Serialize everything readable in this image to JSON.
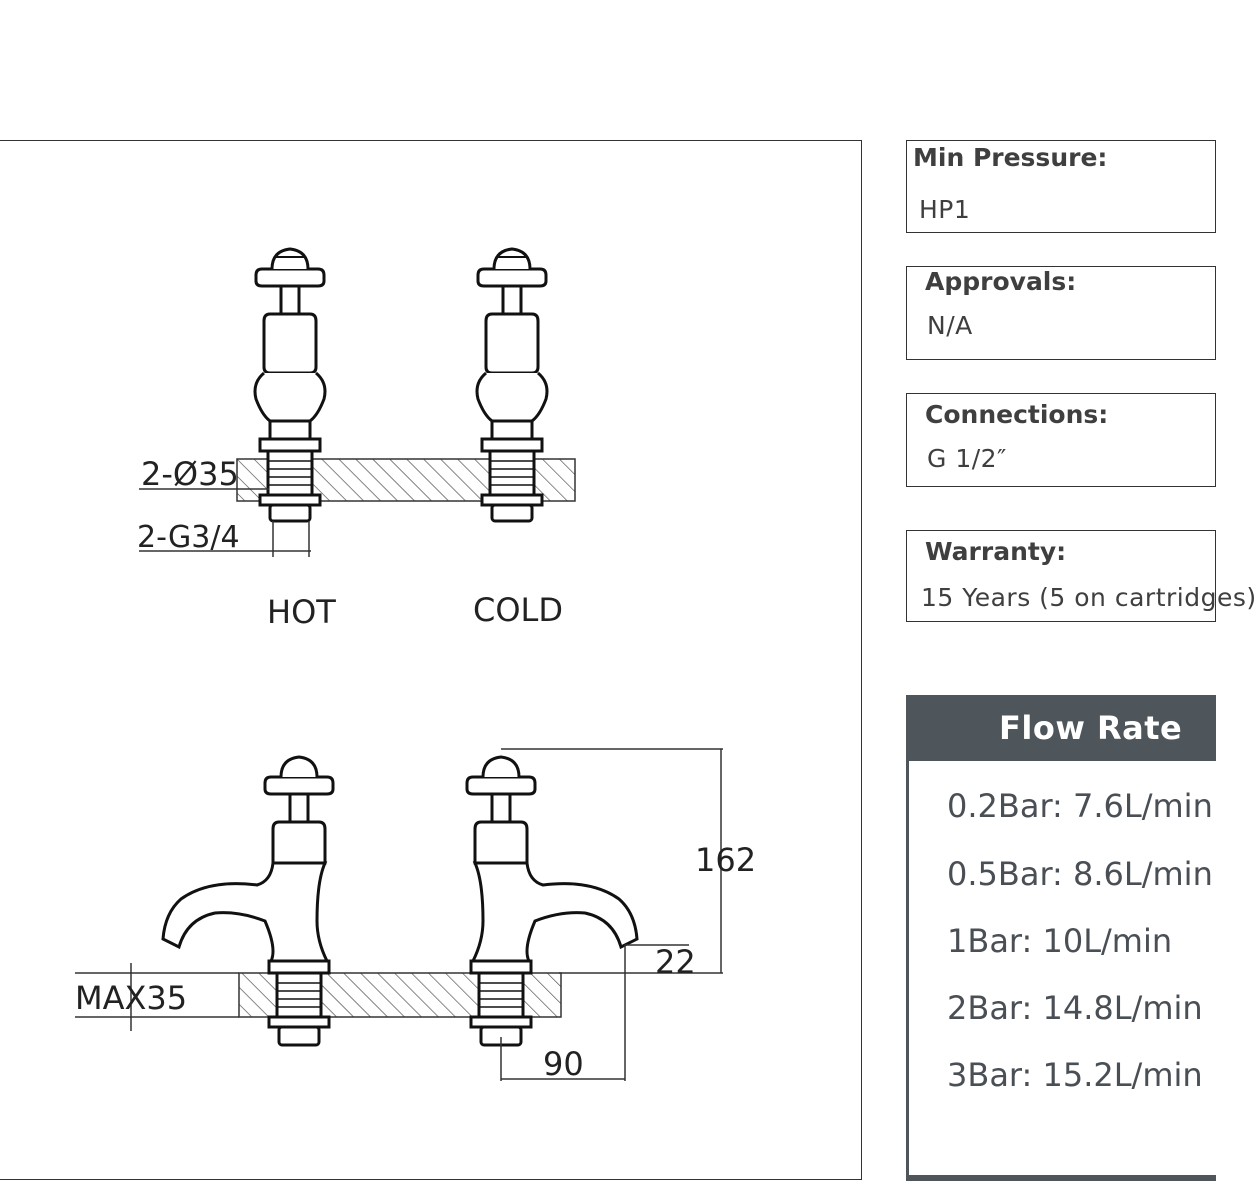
{
  "drawing": {
    "top_view": {
      "hole_label": "2-Ø35",
      "thread_label": "2-G3/4",
      "hot_label": "HOT",
      "cold_label": "COLD"
    },
    "side_view": {
      "max_label": "MAX35",
      "height_label": "162",
      "spout_clearance_label": "22",
      "reach_label": "90"
    }
  },
  "specs": {
    "min_pressure": {
      "title": "Min Pressure:",
      "value": "HP1"
    },
    "approvals": {
      "title": "Approvals:",
      "value": "N/A"
    },
    "connections": {
      "title": "Connections:",
      "value": "G 1/2″"
    },
    "warranty": {
      "title": "Warranty:",
      "value": "15 Years (5 on cartridges)"
    }
  },
  "flow_rate": {
    "title": "Flow Rate",
    "rows": [
      "0.2Bar: 7.6L/min",
      "0.5Bar: 8.6L/min",
      "1Bar: 10L/min",
      "2Bar: 14.8L/min",
      "3Bar: 15.2L/min"
    ]
  },
  "colors": {
    "panel_header": "#4e555b",
    "line": "#333333"
  }
}
